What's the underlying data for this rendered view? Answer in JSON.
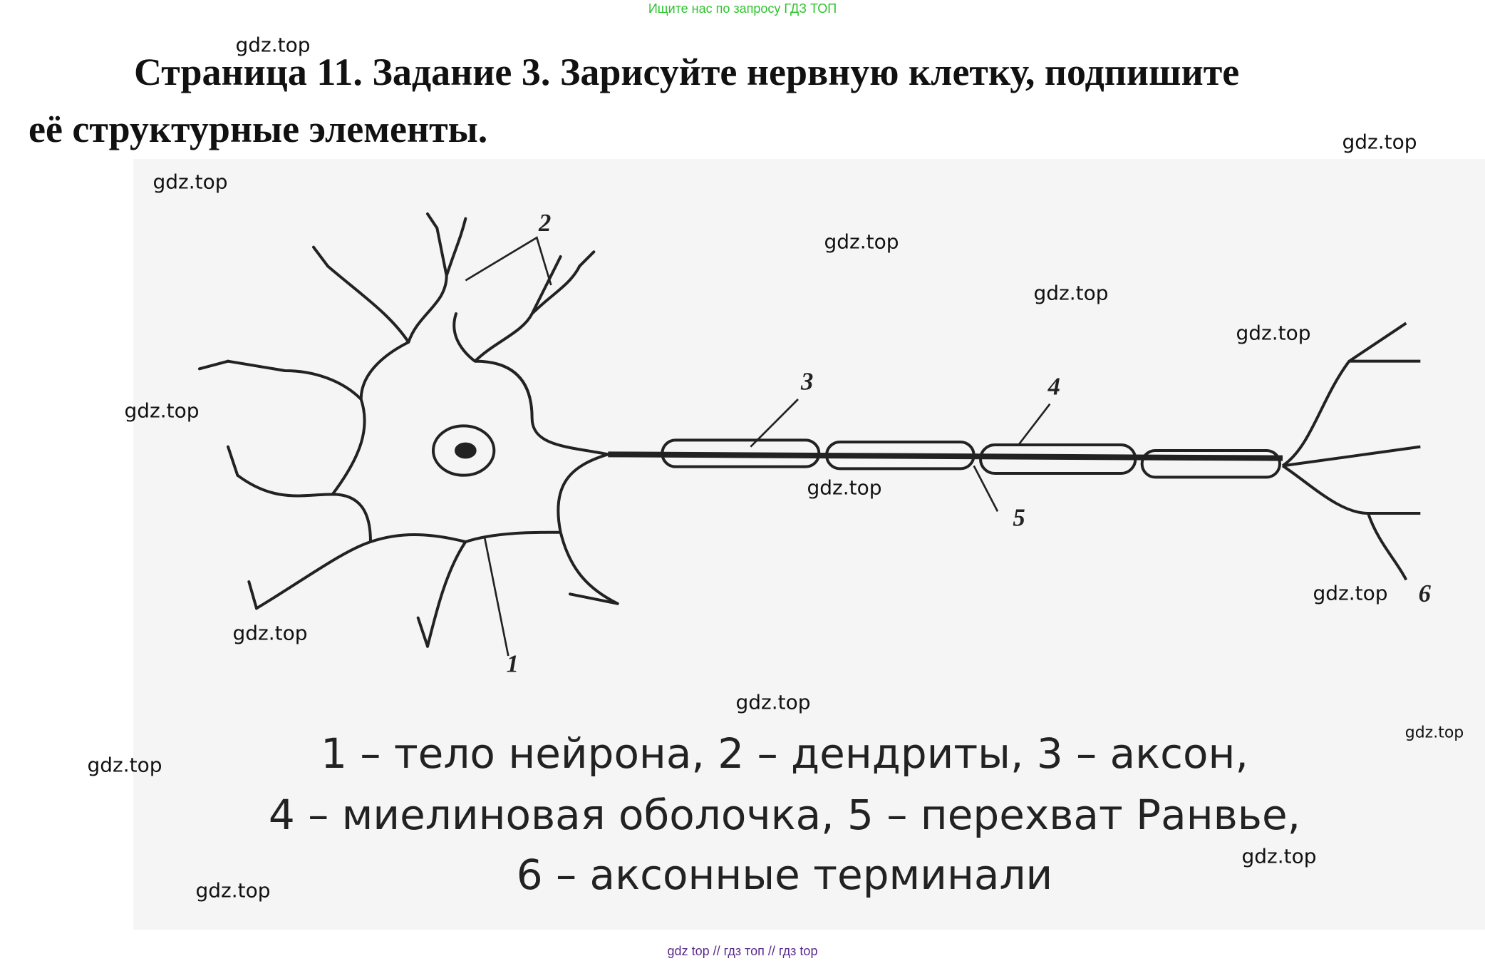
{
  "banner": "Ищите нас по запросу ГДЗ ТОП",
  "title_line1": "Страница 11. Задание 3. Зарисуйте нервную клетку, подпишите",
  "title_line2": "её структурные элементы.",
  "figure": {
    "labels": [
      "1",
      "2",
      "3",
      "4",
      "5",
      "6"
    ]
  },
  "caption": [
    "1 – тело нейрона, 2 – дендриты, 3 – аксон,",
    "4 – миелиновая оболочка, 5 – перехват Ранвье,",
    "6 – аксонные терминали"
  ],
  "watermark": "gdz.top",
  "footer": "gdz top  //  гдз топ  //  гдз top"
}
